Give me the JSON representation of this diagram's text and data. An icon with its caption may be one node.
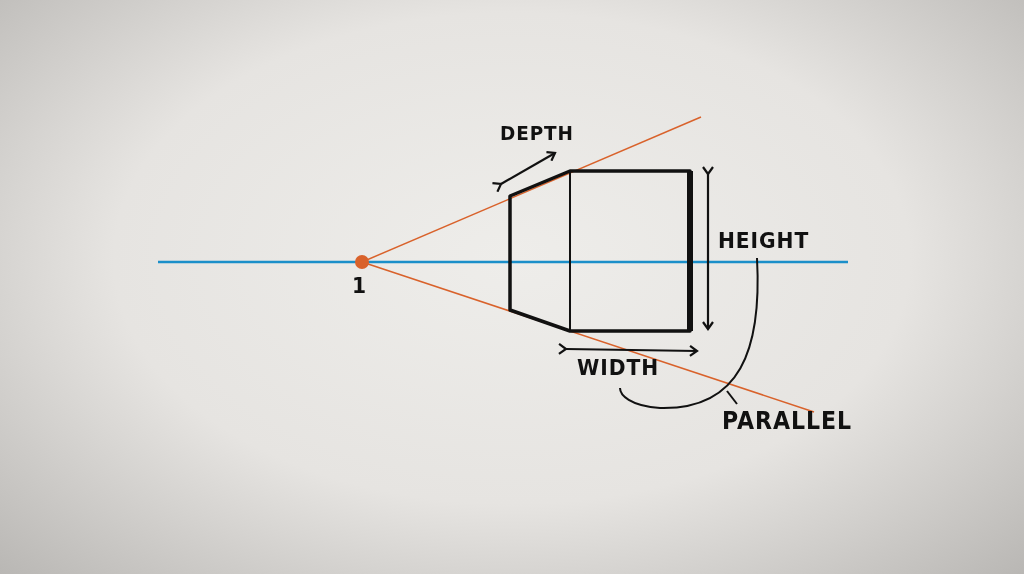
{
  "diagram": {
    "nodes": [
      {
        "text": [],
        "shape": "circle",
        "beside": [
          "1"
        ]
      },
      {
        "text": [
          "HEIGHT"
        ]
      },
      {
        "text": [
          "WIDTH"
        ]
      },
      {
        "text": [
          "PARALLEL"
        ]
      }
    ],
    "edges": [
      {
        "from": 1,
        "to": 2,
        "arrow": "none"
      },
      {
        "from": 3,
        "to": null,
        "arrow": "none"
      }
    ],
    "labels": [
      "DEPTH"
    ]
  }
}
